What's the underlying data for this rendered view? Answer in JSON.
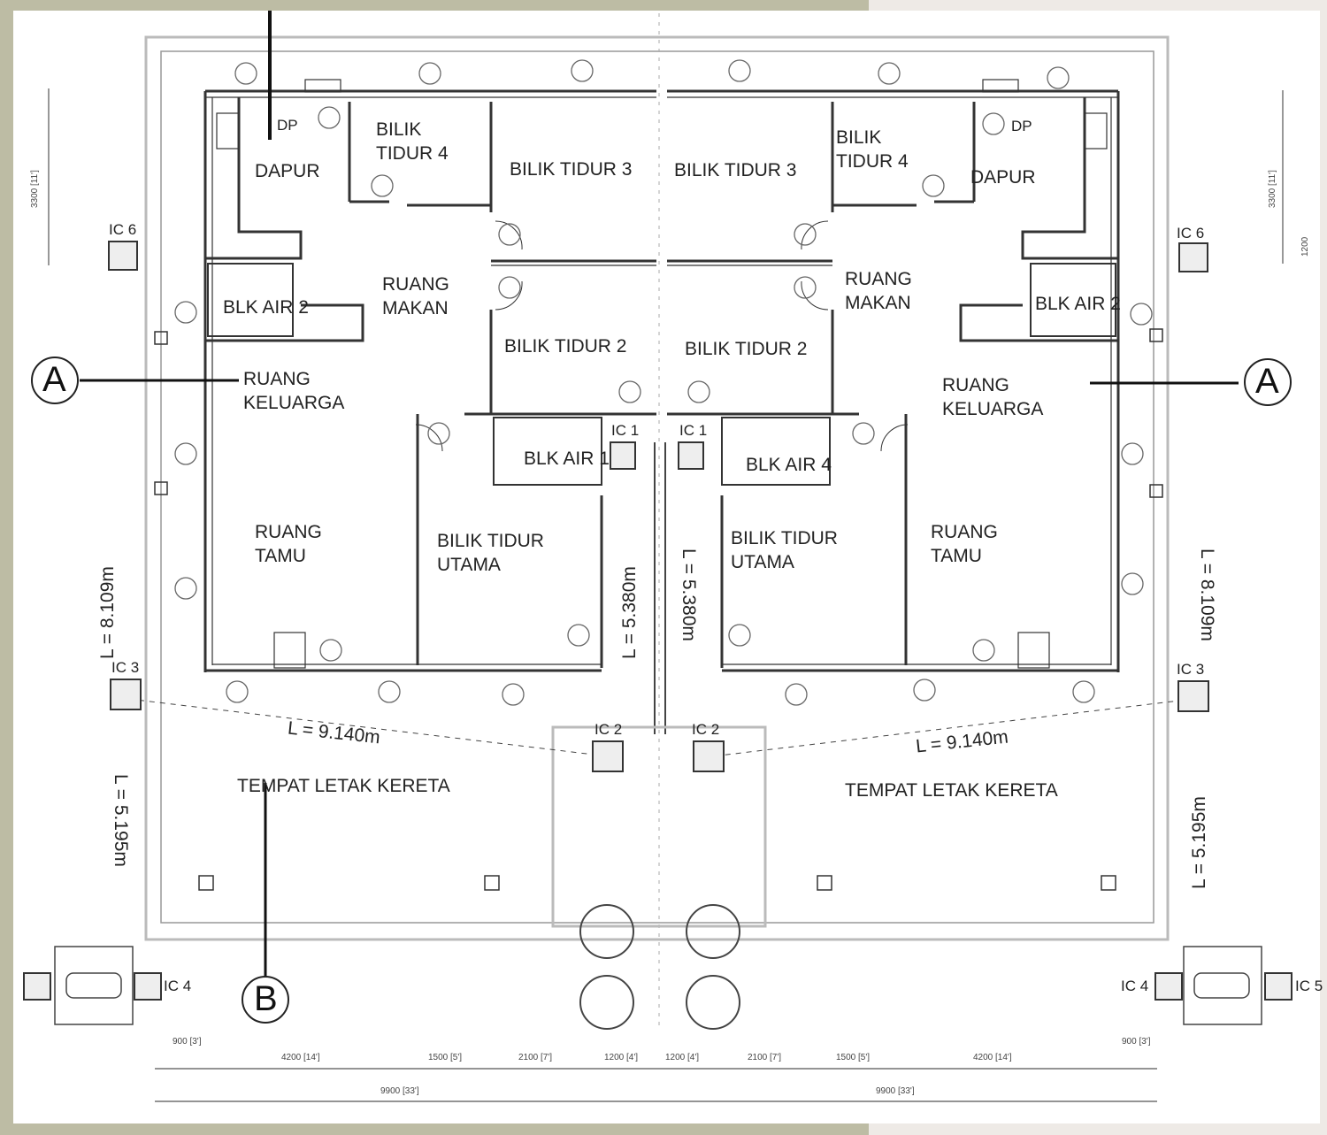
{
  "rooms_left": {
    "dapur": "DAPUR",
    "dp": "DP",
    "bilik_tidur_4": [
      "BILIK",
      "TIDUR 4"
    ],
    "bilik_tidur_3": "BILIK TIDUR 3",
    "ruang_makan": [
      "RUANG",
      "MAKAN"
    ],
    "blk_air_2": "BLK AIR 2",
    "bilik_tidur_2": "BILIK TIDUR 2",
    "ruang_keluarga": [
      "RUANG",
      "KELUARGA"
    ],
    "blk_air_1": "BLK AIR 1",
    "ruang_tamu": [
      "RUANG",
      "TAMU"
    ],
    "bilik_tidur_utama": [
      "BILIK TIDUR",
      "UTAMA"
    ],
    "tempat_letak_kereta": "TEMPAT LETAK KERETA"
  },
  "rooms_right": {
    "dapur": "DAPUR",
    "dp": "DP",
    "bilik_tidur_4": [
      "BILIK",
      "TIDUR 4"
    ],
    "bilik_tidur_3": "BILIK TIDUR 3",
    "ruang_makan": [
      "RUANG",
      "MAKAN"
    ],
    "blk_air_2": "BLK AIR 2",
    "bilik_tidur_2": "BILIK TIDUR 2",
    "ruang_keluarga": [
      "RUANG",
      "KELUARGA"
    ],
    "blk_air_4": "BLK AIR 4",
    "ruang_tamu": [
      "RUANG",
      "TAMU"
    ],
    "bilik_tidur_utama": [
      "BILIK TIDUR",
      "UTAMA"
    ],
    "tempat_letak_kereta": "TEMPAT LETAK KERETA"
  },
  "inspection_chambers": {
    "ic1": "IC 1",
    "ic2": "IC 2",
    "ic3": "IC 3",
    "ic4": "IC 4",
    "ic5": "IC 5",
    "ic6": "IC 6"
  },
  "pipe_lengths": {
    "l_8109": "L = 8.109m",
    "l_5380": "L = 5.380m",
    "l_9140": "L = 9.140m",
    "l_5195": "L = 5.195m"
  },
  "section_markers": {
    "a": "A",
    "b": "B"
  },
  "dimensions": {
    "top_row": [
      "900 [3']",
      "4200 [14']",
      "1500 [5']",
      "2100 [7']",
      "1200 [4']",
      "1200 [4']",
      "2100 [7']",
      "1500 [5']",
      "4200 [14']",
      "900 [3']"
    ],
    "bottom_row": [
      "9900 [33']",
      "9900 [33']"
    ],
    "side": "3300 [11']",
    "side_small": "1200"
  },
  "colors": {
    "frame": "#bdbca4",
    "line": "#333333"
  }
}
